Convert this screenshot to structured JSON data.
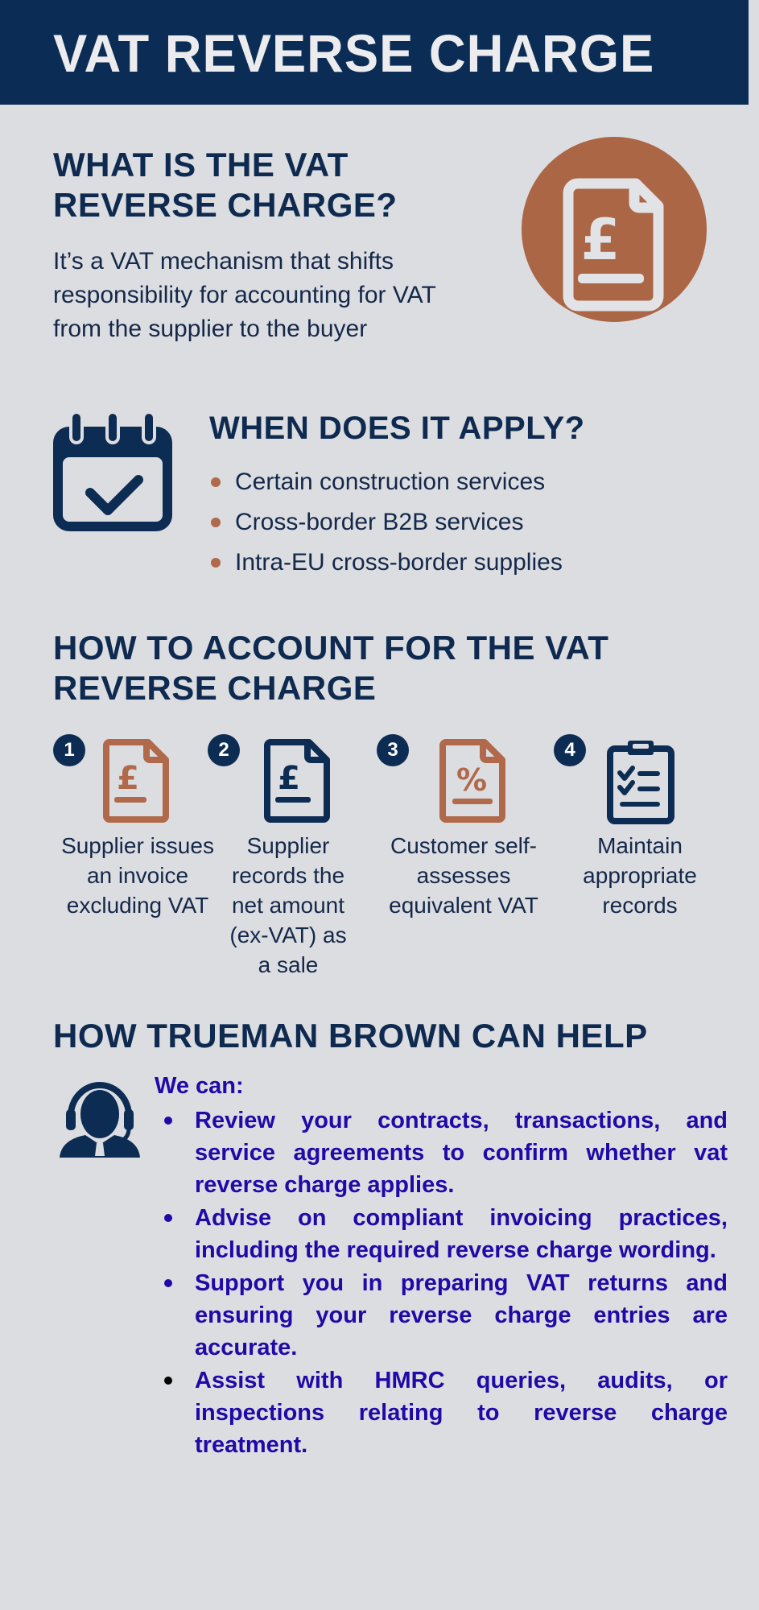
{
  "header": {
    "title": "VAT REVERSE CHARGE"
  },
  "what": {
    "title": "WHAT IS THE VAT REVERSE CHARGE?",
    "body": "It’s a VAT mechanism that shifts responsibility for accounting for VAT from the supplier to the buyer",
    "icon": "pound-invoice-icon"
  },
  "when": {
    "title": "WHEN DOES IT APPLY?",
    "icon": "calendar-check-icon",
    "items": [
      "Certain construction services",
      "Cross-border B2B services",
      "Intra-EU cross-border supplies"
    ]
  },
  "how": {
    "title": "HOW TO ACCOUNT FOR THE VAT REVERSE CHARGE",
    "steps": [
      {
        "number": "1",
        "icon": "pound-invoice-icon",
        "label": "Supplier issues an invoice excluding VAT"
      },
      {
        "number": "2",
        "icon": "pound-invoice-icon",
        "label": "Supplier records the net amount (ex-VAT) as a sale"
      },
      {
        "number": "3",
        "icon": "percent-document-icon",
        "label": "Customer self-assesses equivalent VAT"
      },
      {
        "number": "4",
        "icon": "clipboard-checklist-icon",
        "label": "Maintain appropriate records"
      }
    ]
  },
  "help": {
    "title": "HOW TRUEMAN BROWN CAN HELP",
    "icon": "support-agent-icon",
    "intro": "We can:",
    "items": [
      "Review your contracts, transactions, and service agreements to confirm whether vat reverse charge applies.",
      "Advise on compliant invoicing practices, including the required reverse charge wording.",
      "Support you in preparing VAT returns and ensuring your reverse charge entries are accurate.",
      "Assist with HMRC queries, audits, or inspections relating to reverse charge treatment."
    ]
  },
  "colors": {
    "navy": "#0b2d55",
    "copper": "#aa6645",
    "background": "#dcdde0",
    "help_text": "#1f0aa8"
  }
}
